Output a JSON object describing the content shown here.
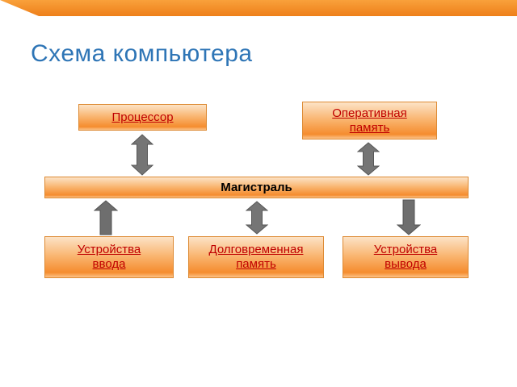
{
  "slide": {
    "title": "Схема компьютера"
  },
  "diagram": {
    "bus": {
      "label": "Магистраль"
    },
    "boxes": {
      "processor": {
        "label": "Процессор"
      },
      "ram": {
        "label": "Оперативная\nпамять"
      },
      "input_devices": {
        "label": "Устройства\nввода"
      },
      "long_term_memory": {
        "label": "Долговременная\nпамять"
      },
      "output_devices": {
        "label": "Устройства\nвывода"
      }
    }
  },
  "colors": {
    "accent_orange": "#EE7F1A",
    "box_border": "#DD8A33",
    "box_fill_light": "#FCE3C6",
    "box_fill_dark": "#F58C2E",
    "link_text": "#C00000",
    "title_text": "#2E75B6",
    "arrow_gray": "#757575"
  }
}
